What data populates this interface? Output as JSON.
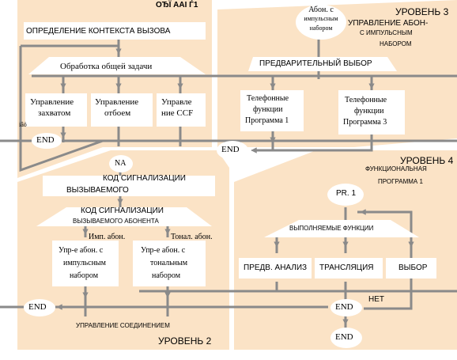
{
  "header": {
    "code": "ОЂЇ ААІ Ѓ1"
  },
  "level1": {
    "context_def": "ОПРЕДЕЛЕНИЕ  КОНТЕКСТА  ВЫЗОВА",
    "common_task": "Обработка общей задачи",
    "capture_1": "Управление",
    "capture_2": "захватом",
    "release_1": "Управление",
    "release_2": "отбоем",
    "ccf_1": "Управле",
    "ccf_2": "ние CCF",
    "small_mark": "іâö",
    "end": "END"
  },
  "level3": {
    "subscriber_1": "Абон. с",
    "subscriber_2": "импульсным",
    "subscriber_3": "набором",
    "title": "УРОВЕНЬ 3",
    "mgmt_1": "УПРАВЛЕНИЕ АБОН-",
    "mgmt_2": "С ИМПУЛЬСНЫМ",
    "mgmt_3": "НАБОРОМ",
    "preselect": "ПРЕДВАРИТЕЛЬНЫЙ ВЫБОР",
    "prog1_1": "Телефонные",
    "prog1_2": "функции",
    "prog1_3": "Программа 1",
    "prog3_1": "Телефонные",
    "prog3_2": "функции",
    "prog3_3": "Программа 3",
    "end": "END"
  },
  "level2": {
    "na": "NA",
    "called_1": "КОД СИГНАЛИЗАЦИИ",
    "called_2": "ВЫЗЫВАЕМОГО",
    "code_1": "КОД  СИГНАЛИЗАЦИИ",
    "code_2": "ВЫЗЫВАЕМОГО АБОНЕНТА",
    "pulse_label": "Имп. абон.",
    "tone_label": "Тонал. абон.",
    "pulse_1": "Упр-е абон. с",
    "pulse_2": "импульсным",
    "pulse_3": "набором",
    "tone_1": "Упр-е абон. с",
    "tone_2": "тональным",
    "tone_3": "набором",
    "end": "END",
    "conn_mgmt": "УПРАВЛЕНИЕ СОЕДИНЕНИЕМ",
    "title": "УРОВЕНЬ   2"
  },
  "level4": {
    "title": "УРОВЕНЬ 4",
    "func_1": "ФУНКЦИОНАЛЬНАЯ",
    "func_2": "ПРОГРАММА 1",
    "pr": "PR. 1",
    "executed": "ВЫПОЛНЯЕМЫЕ ФУНКЦИИ",
    "analysis": "ПРЕДВ. АНАЛИЗ",
    "translation": "ТРАНСЛЯЦИЯ",
    "choice": "ВЫБОР",
    "no": "НЕТ",
    "end1": "END",
    "end2": "END"
  },
  "colors": {
    "panel": "#fbe3c6",
    "line": "#8a8a8a",
    "box": "#ffffff",
    "text": "#000000"
  }
}
